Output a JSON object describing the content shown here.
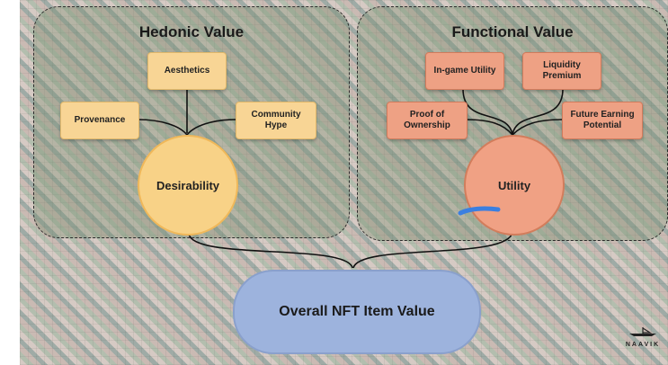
{
  "hedonic": {
    "title": "Hedonic Value",
    "aesthetics": "Aesthetics",
    "provenance": "Provenance",
    "community_hype_line1": "Community",
    "community_hype_line2": "Hype",
    "desirability": "Desirability"
  },
  "functional": {
    "title": "Functional Value",
    "ingame": "In-game Utility",
    "liquidity_line1": "Liquidity",
    "liquidity_line2": "Premium",
    "proof_line1": "Proof of",
    "proof_line2": "Ownership",
    "future_line1": "Future Earning",
    "future_line2": "Potential",
    "utility": "Utility"
  },
  "overall": "Overall NFT Item Value",
  "logo": "NAAVIK",
  "colors": {
    "hedonic_box": "#f8d595",
    "functional_box": "#eea184",
    "overall": "#9db3dd"
  }
}
